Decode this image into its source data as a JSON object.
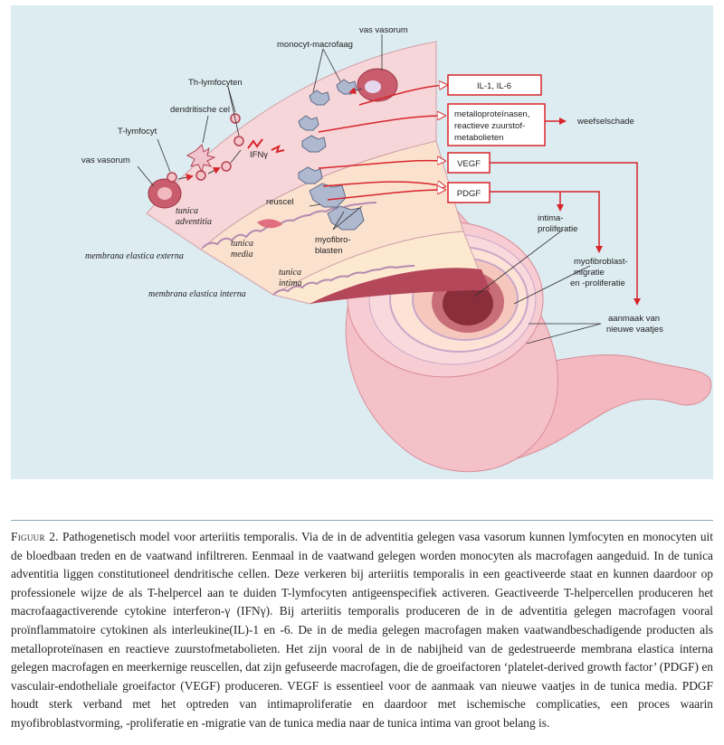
{
  "labels": {
    "vas_vasorum_top": "vas vasorum",
    "vas_vasorum_left": "vas vasorum",
    "monocyt_macrofaag": "monocyt-macrofaag",
    "th_lymfocyten": "Th-lymfocyten",
    "dendritische_cel": "dendritische cel",
    "t_lymfocyt": "T-lymfocyt",
    "ifn": "IFNγ",
    "tunica_adventitia": [
      "tunica",
      "adventitia"
    ],
    "tunica_media": [
      "tunica",
      "media"
    ],
    "tunica_intima": [
      "tunica",
      "intima"
    ],
    "membrana_externa": "membrana elastica externa",
    "membrana_interna": "membrana elastica interna",
    "reuscel": "reuscel",
    "myofibroblasten": [
      "myofibro-",
      "blasten"
    ],
    "weefselschade": "weefselschade",
    "intima_proliferatie": [
      "intima-",
      "proliferatie"
    ],
    "myofibroblast_migratie": [
      "myofibroblast-",
      "migratie",
      "en -proliferatie"
    ],
    "aanmaak_vaatjes": [
      "aanmaak van",
      "nieuwe  vaatjes"
    ]
  },
  "boxes": {
    "il": "IL-1, IL-6",
    "mmp": [
      "metalloproteïnasen,",
      "reactieve zuurstof-",
      "metabolieten"
    ],
    "vegf": "VEGF",
    "pdgf": "PDGF"
  },
  "colors": {
    "arrow": "#d7252b",
    "rule": "#8aa9b6"
  },
  "caption": {
    "lead": "Figuur 2.",
    "text": "Pathogenetisch model voor arteriitis temporalis. Via de in de adventitia gelegen vasa vasorum kunnen lymfocyten en monocyten uit de bloedbaan treden en de vaatwand infiltreren. Eenmaal in de vaatwand gelegen worden monocyten als macrofagen aangeduid. In de tunica adventitia liggen constitutioneel dendritische cellen. Deze verkeren bij arteriitis temporalis in een geactiveerde staat en kunnen daardoor op professionele wijze de als T-helpercel aan te duiden T-lymfocyten antigeenspecifiek activeren. Geactiveerde T-helpercellen produceren het macrofaagactiverende cytokine interferon-γ (IFNγ). Bij arteriitis temporalis produceren de in de adventitia gelegen macrofagen vooral proïnflammatoire cytokinen als interleukine(IL)-1 en -6. De in de media gelegen macrofagen maken vaatwandbeschadigende producten als metalloproteïnasen en reactieve zuurstofmetabolieten. Het zijn vooral de in de nabijheid van de gedestrueerde membrana elastica interna gelegen macrofagen en meerkernige reuscellen, dat zijn gefuseerde macrofagen, die de groeifactoren ‘platelet-derived growth factor’ (PDGF) en vasculair-endotheliale groeifactor (VEGF) produceren. VEGF is essentieel voor de aanmaak van nieuwe vaatjes in de tunica media. PDGF houdt sterk verband met het optreden van intimaproliferatie en daardoor met ischemische complicaties, een proces waarin myofibroblastvorming, -proliferatie en -migratie van de tunica media naar de tunica intima van groot belang is."
  }
}
